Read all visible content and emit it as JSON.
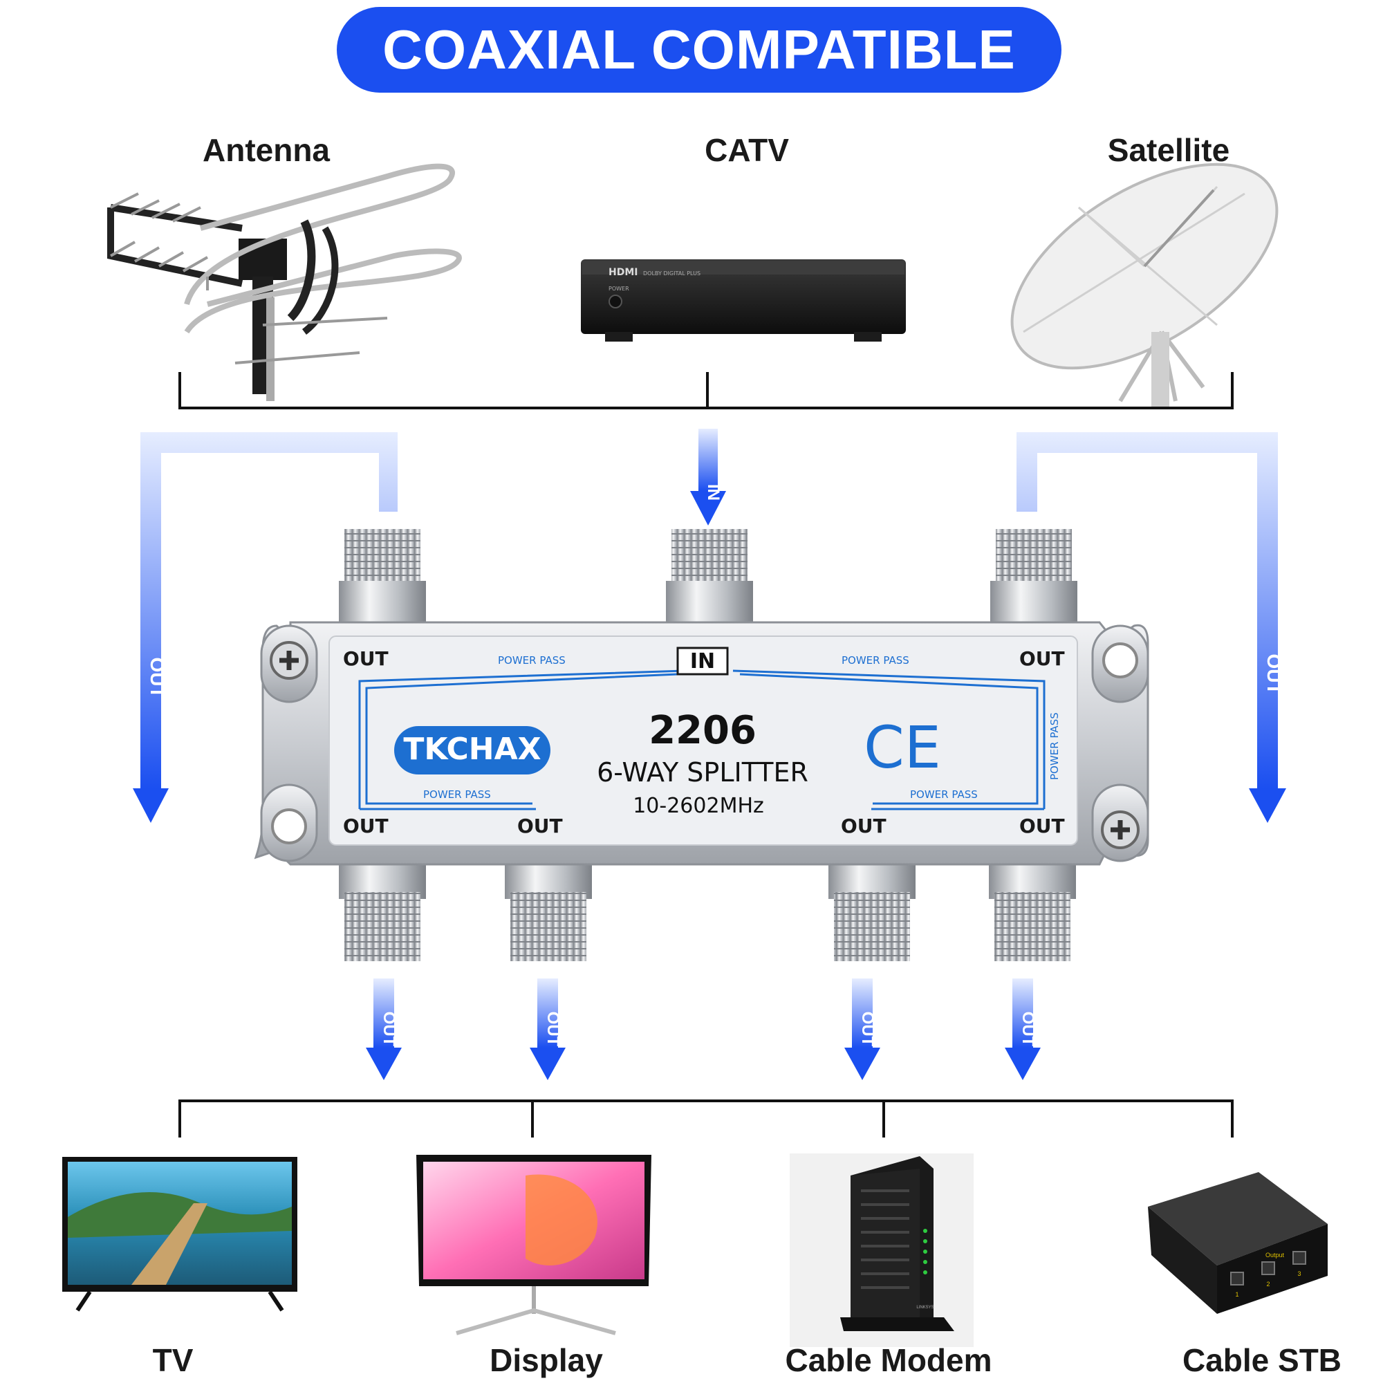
{
  "title": "COAXIAL COMPATIBLE",
  "sources": {
    "antenna": "Antenna",
    "catv": "CATV",
    "satellite": "Satellite"
  },
  "catv_box": {
    "brand": "HDMI",
    "sub": "DOLBY DIGITAL PLUS",
    "power": "POWER"
  },
  "splitter": {
    "brand": "TKCHAX",
    "model": "2206",
    "type": "6-WAY SPLITTER",
    "freq": "10-2602MHz",
    "in": "IN",
    "out": "OUT",
    "power_pass": "POWER PASS",
    "ce": "CE"
  },
  "arrows": {
    "in": "IN",
    "out": "OUT"
  },
  "devices": {
    "tv": "TV",
    "display": "Display",
    "modem": "Cable Modem",
    "stb": "Cable STB"
  },
  "modem_brand": "LINKSYS",
  "stb_ports": {
    "label": "Output",
    "p1": "1",
    "p2": "2",
    "p3": "3"
  },
  "colors": {
    "accent": "#1b4ff0",
    "arrow_light": "#dbe6ff"
  }
}
